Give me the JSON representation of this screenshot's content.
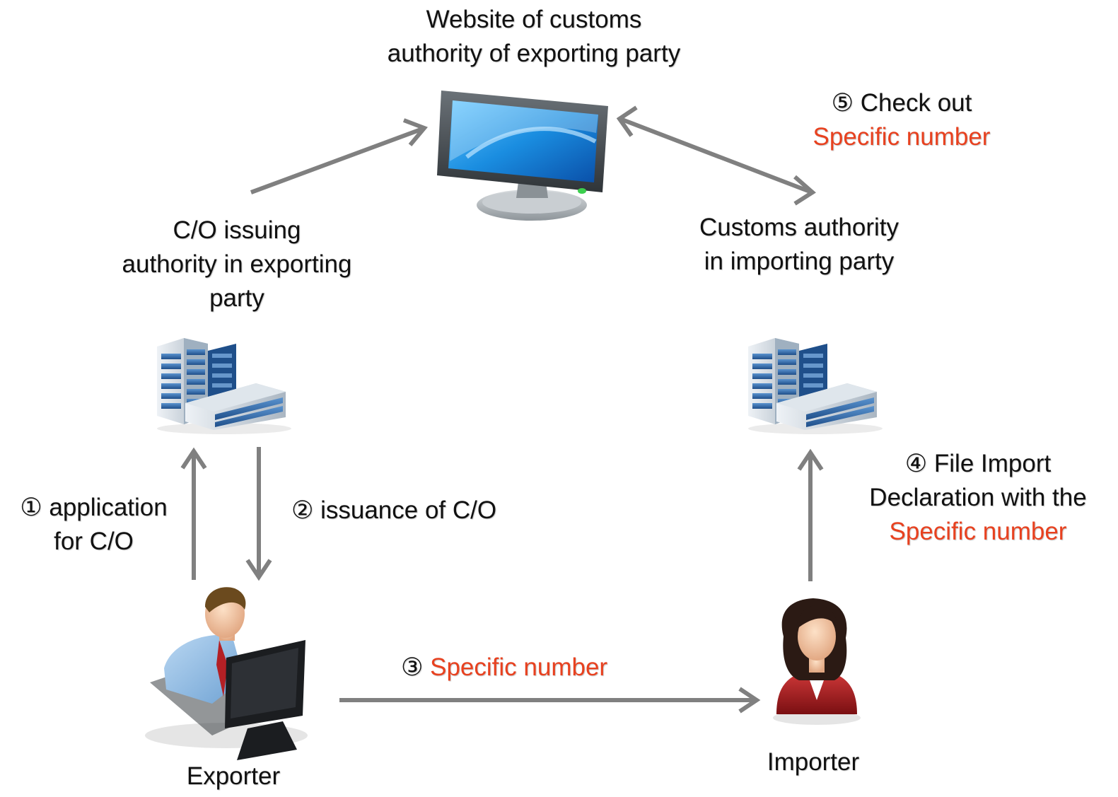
{
  "colors": {
    "highlight": "#e8411f",
    "arrow": "#808080",
    "text": "#111111"
  },
  "nodes": {
    "website": {
      "line1": "Website of customs",
      "line2": "authority of exporting party",
      "icon": "monitor-icon"
    },
    "co_authority": {
      "line1": "C/O issuing",
      "line2": "authority in exporting",
      "line3": "party",
      "icon": "office-building-icon"
    },
    "customs_import": {
      "line1": "Customs authority",
      "line2": "in importing party",
      "icon": "office-building-icon"
    },
    "exporter": {
      "label": "Exporter",
      "icon": "person-at-computer-icon"
    },
    "importer": {
      "label": "Importer",
      "icon": "businesswoman-icon"
    }
  },
  "steps": {
    "step1": {
      "line1": "① application",
      "line2": "for C/O"
    },
    "step2": {
      "text": "② issuance of C/O"
    },
    "step3": {
      "num": "③",
      "highlight": "Specific number"
    },
    "step4": {
      "line1": "④ File Import",
      "line2": "Declaration with the",
      "highlight": "Specific number"
    },
    "step5": {
      "line1": "⑤ Check out",
      "highlight": "Specific number"
    }
  }
}
